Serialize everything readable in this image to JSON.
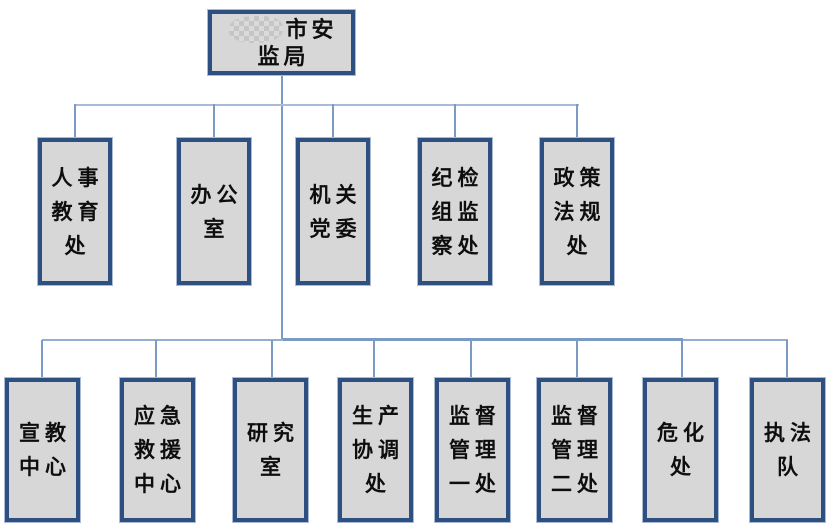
{
  "diagram": {
    "type": "org-chart",
    "title_note": "安监局组织结构图",
    "colors": {
      "box_fill": "#d7d7d7",
      "box_border": "#2e5080",
      "connector": "#7b9ac4",
      "connector_light": "#a6bcd8",
      "text": "#0e0e0e",
      "background": "#ffffff"
    }
  },
  "nodes": {
    "root": {
      "line1": "市安",
      "line2": "监局",
      "redacted_city_name": true
    },
    "row2": [
      "人事\n教育\n处",
      "办公\n室",
      "机关\n党委",
      "纪检\n组监\n察处",
      "政策\n法规\n处"
    ],
    "row3": [
      "宣教\n中心",
      "应急\n救援\n中心",
      "研究\n室",
      "生产\n协调\n处",
      "监督\n管理\n一处",
      "监督\n管理\n二处",
      "危化\n处",
      "执法\n队"
    ]
  }
}
